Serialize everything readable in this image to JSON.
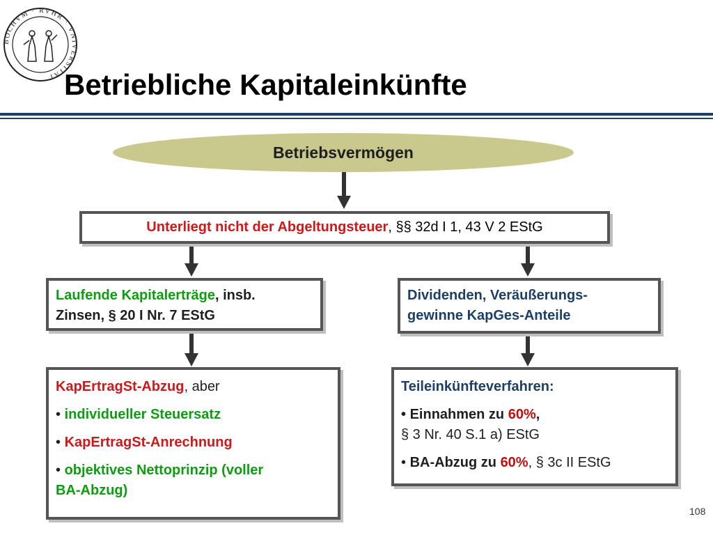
{
  "slide": {
    "title": "Betriebliche Kapitaleinkünfte",
    "page_number": "108",
    "logo": {
      "text": "BOCHVM · RVHR · VNIVERSITAT",
      "icon": "university-seal-icon"
    }
  },
  "diagram": {
    "root": {
      "label": "Betriebsvermögen"
    },
    "main_box": {
      "part1": "Unterliegt nicht der Abgeltungsteuer",
      "part2": ", §§ 32d I 1, 43 V 2 EStG"
    },
    "left_branch": {
      "line1_a": "Laufende Kapitalerträge",
      "line1_b": ", insb.",
      "line2": "Zinsen, § 20 I Nr. 7 EStG"
    },
    "right_branch": {
      "line1": "Dividenden, Veräußerungs-",
      "line2": "gewinne KapGes-Anteile"
    },
    "left_detail": {
      "heading_a": "KapErtragSt-Abzug",
      "heading_b": ", aber",
      "bullet1": "individueller Steuersatz",
      "bullet2": "KapErtragSt-Anrechnung",
      "bullet3_line1": "objektives Nettoprinzip (voller",
      "bullet3_line2": "BA-Abzug)"
    },
    "right_detail": {
      "heading": "Teileinkünfteverfahren:",
      "bullet1_a": "Einnahmen zu ",
      "bullet1_pct": "60%",
      "bullet1_b": ",",
      "bullet1_line2": "§ 3 Nr. 40 S.1 a) EStG",
      "bullet2_a": "BA-Abzug zu ",
      "bullet2_pct": "60%",
      "bullet2_b": ", § 3c II EStG"
    },
    "bullet_char": "•",
    "colors": {
      "ellipse": "#c9c98e",
      "emphasis_red": "#d01818",
      "emphasis_green": "#0d9d10",
      "rule": "#1d3f66"
    }
  }
}
